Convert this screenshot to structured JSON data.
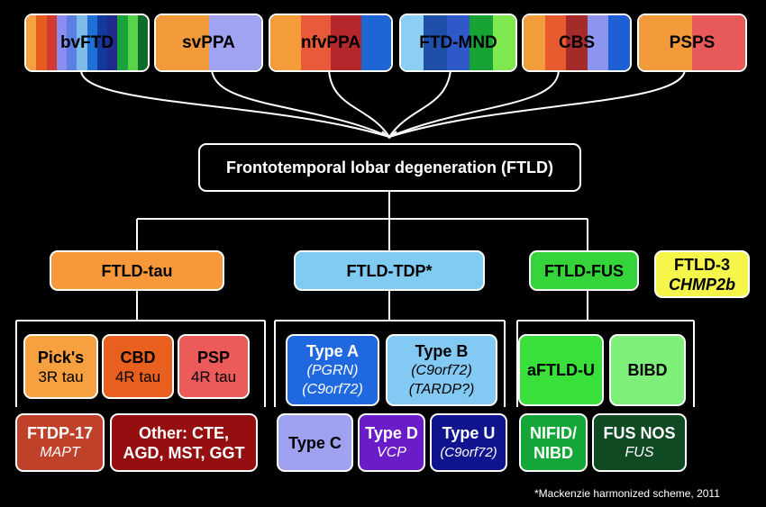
{
  "top_syndromes": [
    {
      "label": "bvFTD",
      "stripes": [
        "#f6a040",
        "#e65c1f",
        "#d33a2f",
        "#8c8df0",
        "#5b7fe3",
        "#7dbbe8",
        "#1e6fd6",
        "#123a9c",
        "#1f2a8a",
        "#1ba23c",
        "#58d34a",
        "#0e6b2a"
      ]
    },
    {
      "label": "svPPA",
      "stripes": [
        "#f39a3a",
        "#9fa3f2"
      ]
    },
    {
      "label": "nfvPPA",
      "stripes": [
        "#f49b3a",
        "#e95a3a",
        "#b4282c",
        "#1e66d6"
      ]
    },
    {
      "label": "FTD-MND",
      "stripes": [
        "#8dcff3",
        "#1f4fa8",
        "#2f58c8",
        "#16a334",
        "#7ee84e"
      ]
    },
    {
      "label": "CBS",
      "stripes": [
        "#f39c3a",
        "#e85b2e",
        "#a52a2a",
        "#8c94ee",
        "#1f5fd6"
      ]
    },
    {
      "label": "PSPS",
      "stripes": [
        "#f39b3a",
        "#e85a5a"
      ]
    }
  ],
  "central_label": "Frontotemporal lobar degeneration (FTLD)",
  "groups": {
    "tau": {
      "label": "FTLD-tau",
      "color": "#f7993a"
    },
    "tdp": {
      "label": "FTLD-TDP*",
      "color": "#7fcbf2"
    },
    "fus": {
      "label": "FTLD-FUS",
      "color": "#35d43a"
    },
    "ftld3": {
      "line1": "FTLD-3",
      "line2": "CHMP2b",
      "color": "#f5f54a"
    }
  },
  "subtypes": {
    "picks": {
      "line1": "Pick's",
      "line2": "3R tau",
      "color": "#f6a040"
    },
    "cbd": {
      "line1": "CBD",
      "line2": "4R tau",
      "color": "#e9601e"
    },
    "psp": {
      "line1": "PSP",
      "line2": "4R tau",
      "color": "#ec5a5a"
    },
    "ftdp17": {
      "line1": "FTDP-17",
      "line2": "MAPT",
      "color": "#c0412a"
    },
    "other": {
      "line1": "Other: CTE,",
      "line2": "AGD, MST, GGT",
      "color": "#960f10"
    },
    "type_a": {
      "line1": "Type A",
      "line2": "(PGRN)",
      "line3": "(C9orf72)",
      "color": "#1f68e0"
    },
    "type_b": {
      "line1": "Type B",
      "line2": "(C9orf72)",
      "line3": "(TARDP?)",
      "color": "#82c9f4"
    },
    "type_c": {
      "line1": "Type C",
      "color": "#9ea2f0"
    },
    "type_d": {
      "line1": "Type D",
      "line2": "VCP",
      "color": "#6a1cc9"
    },
    "type_u": {
      "line1": "Type U",
      "line2": "(C9orf72)",
      "color": "#10148f"
    },
    "aftldu": {
      "line1": "aFTLD-U",
      "color": "#3ae03a"
    },
    "bibd": {
      "line1": "BIBD",
      "color": "#7ef07a"
    },
    "nifid": {
      "line1": "NIFID/",
      "line2": "NIBD",
      "color": "#15a63a"
    },
    "fusnos": {
      "line1": "FUS NOS",
      "line2": "FUS",
      "color": "#0f4a22"
    }
  },
  "footnote": "*Mackenzie harmonized scheme, 2011"
}
